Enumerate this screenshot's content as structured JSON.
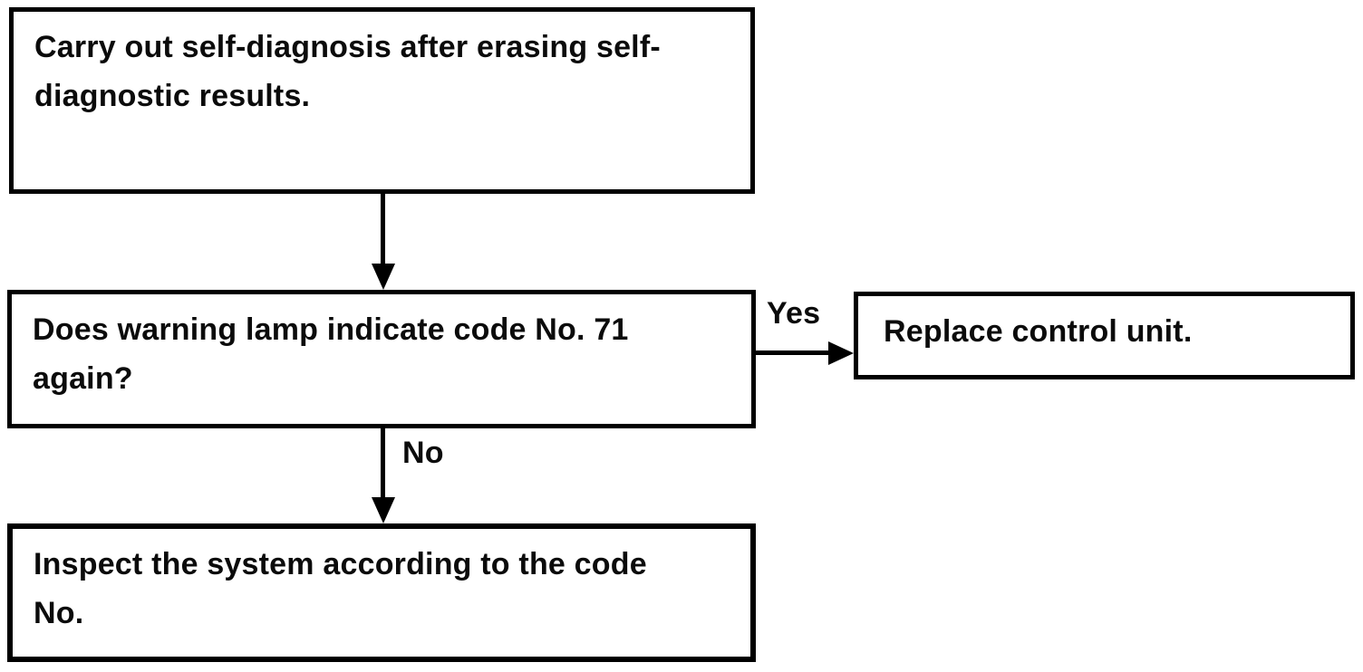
{
  "diagram": {
    "type": "flowchart",
    "background_color": "#ffffff",
    "ink_color": "#000000",
    "nodes": {
      "start": {
        "lines": [
          "Carry out self-diagnosis after erasing self-",
          "diagnostic results."
        ]
      },
      "decision": {
        "lines": [
          "Does warning lamp indicate code No. 71",
          "again?"
        ]
      },
      "replace": {
        "lines": [
          "Replace control unit."
        ]
      },
      "inspect": {
        "lines": [
          "Inspect the system according to the code",
          "No."
        ]
      }
    },
    "edges": {
      "yes_label": "Yes",
      "no_label": "No"
    }
  }
}
